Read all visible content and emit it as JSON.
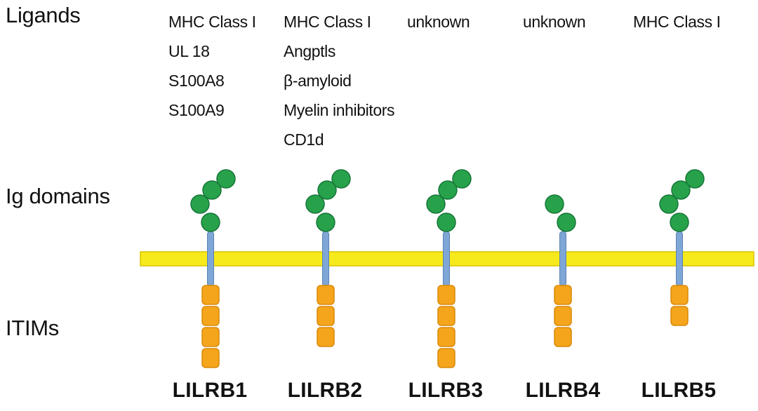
{
  "row_labels": {
    "ligands": "Ligands",
    "ig_domains": "Ig domains",
    "itims": "ITIMs"
  },
  "colors": {
    "membrane": "#f7ea1c",
    "membrane_border": "#d9c400",
    "stalk": "#7ea6d6",
    "ig_domain": "#27a24a",
    "ig_domain_border": "#17763a",
    "itim": "#f5a51b",
    "itim_border": "#d98a0a"
  },
  "receptors": [
    {
      "name": "LILRB1",
      "ligands": [
        "MHC Class I",
        "UL 18",
        "S100A8",
        "S100A9"
      ],
      "ig_domains": 4,
      "itims": 4
    },
    {
      "name": "LILRB2",
      "ligands": [
        "MHC Class I",
        "Angptls",
        "β-amyloid",
        "Myelin inhibitors",
        "CD1d"
      ],
      "ig_domains": 4,
      "itims": 3
    },
    {
      "name": "LILRB3",
      "ligands": [
        "unknown"
      ],
      "ig_domains": 4,
      "itims": 4
    },
    {
      "name": "LILRB4",
      "ligands": [
        "unknown"
      ],
      "ig_domains": 2,
      "itims": 3
    },
    {
      "name": "LILRB5",
      "ligands": [
        "MHC Class I"
      ],
      "ig_domains": 4,
      "itims": 2
    }
  ]
}
